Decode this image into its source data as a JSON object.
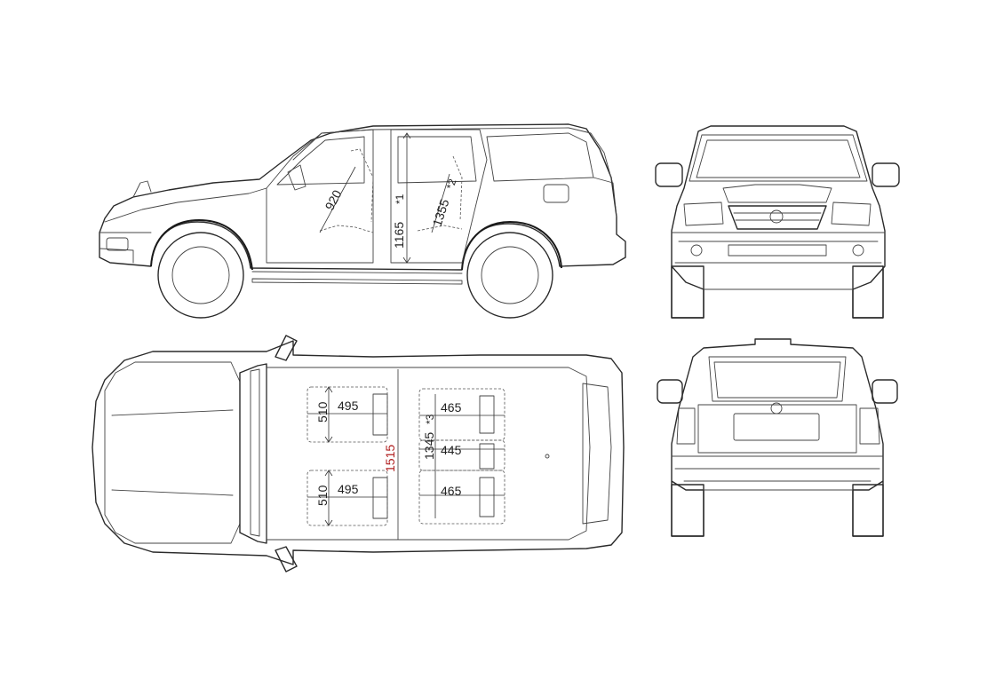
{
  "dimensions": {
    "side": {
      "seat_diag": "920",
      "interior_height": "1165",
      "interior_height_mark": "*1",
      "rear_diag": "1355",
      "rear_diag_mark": "*2"
    },
    "top": {
      "front_seat_depth_left": "510",
      "front_seat_width_left": "495",
      "front_seat_depth_right": "510",
      "front_seat_width_right": "495",
      "cabin_width": "1515",
      "rear_seat_width_left": "465",
      "rear_length": "1345",
      "rear_length_mark": "*3",
      "rear_center_width": "445",
      "rear_seat_width_right": "465"
    }
  }
}
